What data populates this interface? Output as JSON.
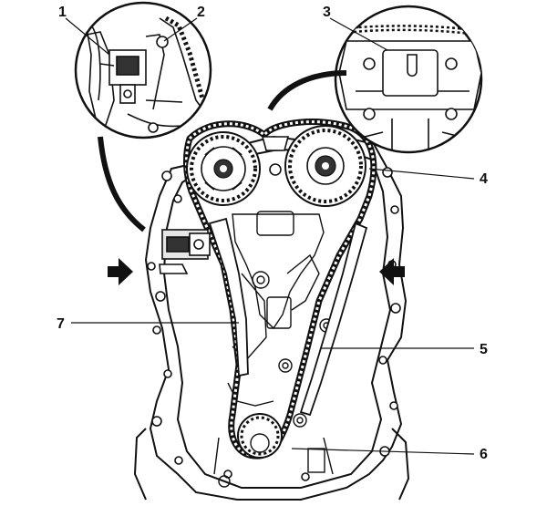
{
  "diagram": {
    "callouts": [
      {
        "id": "1",
        "label": "1"
      },
      {
        "id": "2",
        "label": "2"
      },
      {
        "id": "3",
        "label": "3"
      },
      {
        "id": "4",
        "label": "4"
      },
      {
        "id": "5",
        "label": "5"
      },
      {
        "id": "6",
        "label": "6"
      },
      {
        "id": "7",
        "label": "7"
      }
    ],
    "colors": {
      "ink": "#111111",
      "paper": "#ffffff",
      "shade": "#d0d0d0"
    },
    "icons": {
      "left_arrow": "arrow-right-icon",
      "right_arrow": "arrow-left-icon"
    }
  }
}
